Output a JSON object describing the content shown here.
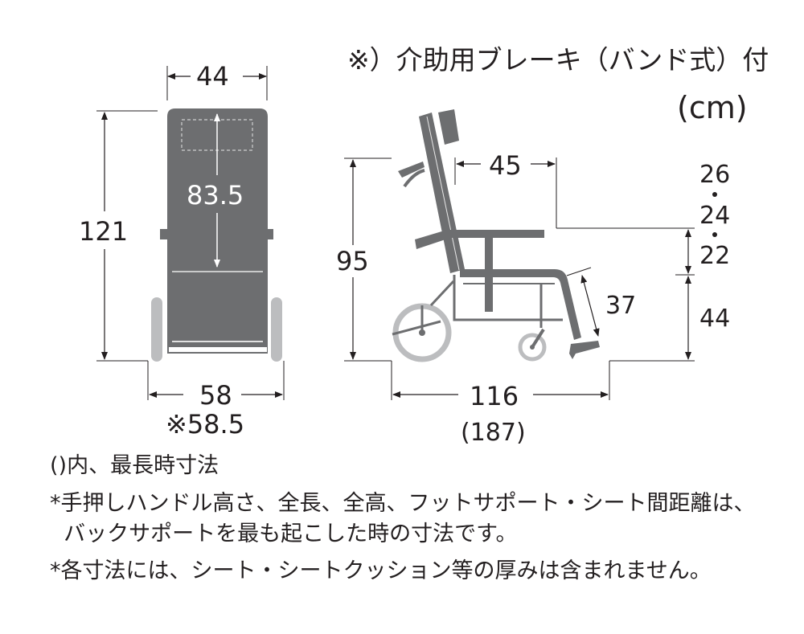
{
  "header": {
    "brake_note": "※）介助用ブレーキ（バンド式）付",
    "unit": "(cm)"
  },
  "front_view": {
    "backrest_width": "44",
    "total_height": "121",
    "backrest_height": "83.5",
    "total_width": "58",
    "total_width_alt": "※58.5"
  },
  "side_view": {
    "handle_height": "95",
    "seat_depth": "45",
    "armrest_height_options": [
      "26",
      "24",
      "22"
    ],
    "seat_height": "44",
    "footrest_distance": "37",
    "total_length": "116",
    "total_length_max": "(187)"
  },
  "colors": {
    "frame": "#6d6e70",
    "wheel": "#bcbdbf",
    "dimension_line": "#231f20",
    "text": "#231f20"
  },
  "notes": [
    "()内、最長時寸法",
    "*手押しハンドル高さ、全長、全高、フットサポート・シート間距離は、",
    "  バックサポートを最も起こした時の寸法です。",
    "*各寸法には、シート・シートクッション等の厚みは含まれません。"
  ]
}
